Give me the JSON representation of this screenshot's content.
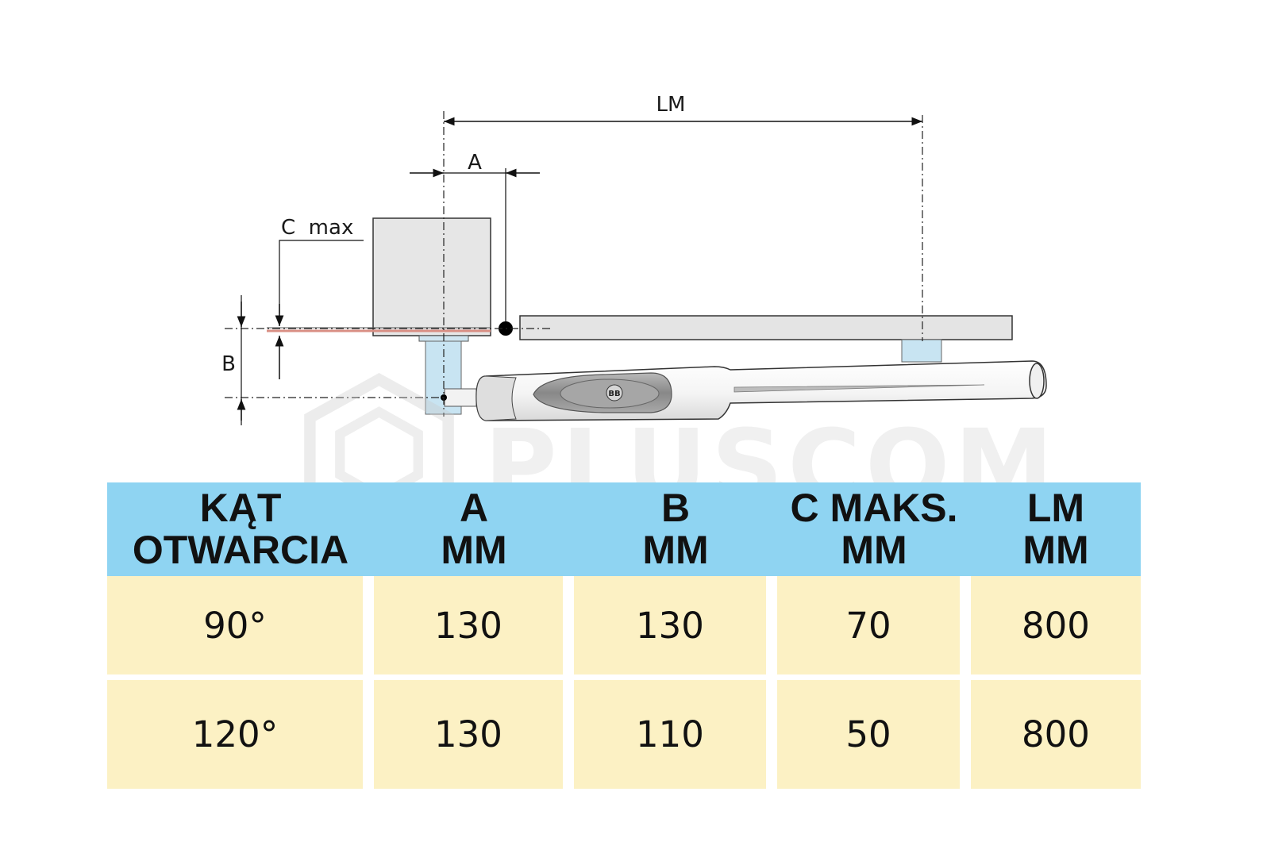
{
  "diagram": {
    "labels": {
      "lm": "LM",
      "a": "A",
      "c_max": "C  max",
      "b": "B"
    }
  },
  "watermark": {
    "text": "PLUSCOM"
  },
  "table": {
    "headers": [
      {
        "line1": "KĄT",
        "line2": "OTWARCIA"
      },
      {
        "line1": "A",
        "line2": "MM"
      },
      {
        "line1": "B",
        "line2": "MM"
      },
      {
        "line1": "C MAKS.",
        "line2": "MM"
      },
      {
        "line1": "LM",
        "line2": "MM"
      }
    ],
    "rows": [
      [
        "90°",
        "130",
        "130",
        "70",
        "800"
      ],
      [
        "120°",
        "130",
        "110",
        "50",
        "800"
      ]
    ]
  },
  "colors": {
    "header_bg": "#8fd4f2",
    "cell_bg": "#fcf1c4",
    "gate_leaf": "#e4e4e4",
    "bracket": "#c8e4f2",
    "operator_body": "#f7f7f7"
  }
}
